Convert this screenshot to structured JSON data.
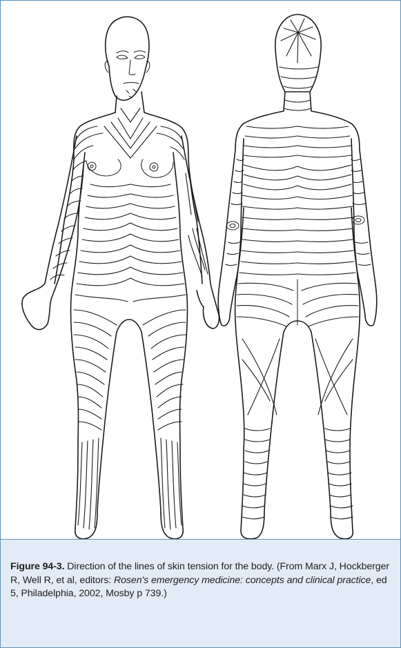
{
  "figure": {
    "label": "Figure 94-3.",
    "caption_text": " Direction of the lines of skin tension for the body. (From Marx J, Hockberger R, Well R, et al, editors: ",
    "book_title": "Rosen's emergency medicine: concepts and clinical practice",
    "caption_tail": ", ed 5, Philadelphia, 2002, Mosby p 739.)"
  },
  "colors": {
    "frame": "#5b8fb9",
    "caption_background": "#e3ecf6",
    "ink": "#1a1a1a"
  },
  "illustration": {
    "views": [
      "anterior-body-view",
      "posterior-body-view"
    ]
  }
}
